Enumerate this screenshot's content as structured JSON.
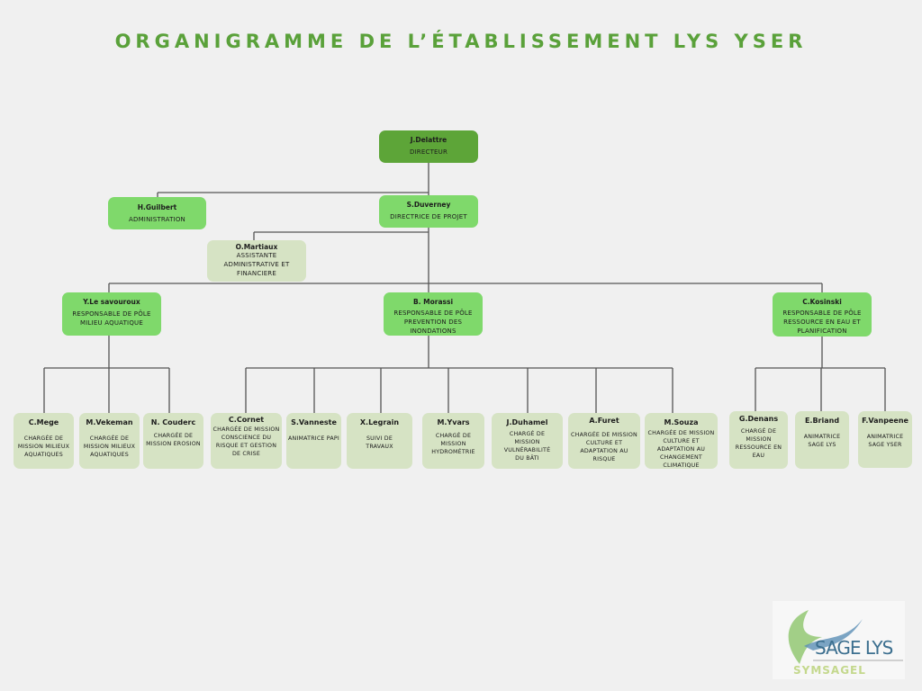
{
  "title": "ORGANIGRAMME DE L’ÉTABLISSEMENT LYS YSER",
  "colors": {
    "title": "#5aa13a",
    "director": "#5da538",
    "manager": "#7fd96b",
    "staff": "#d6e3c4"
  },
  "director": {
    "name": "J.Delattre",
    "role": "DIRECTEUR"
  },
  "admin": {
    "name": "H.Guilbert",
    "role": "ADMINISTRATION"
  },
  "project_director": {
    "name": "S.Duverney",
    "role": "DIRECTRICE DE PROJET"
  },
  "assistant": {
    "name": "O.Martiaux",
    "role": "ASSISTANTE ADMINISTRATIVE ET FINANCIERE"
  },
  "poles": [
    {
      "name": "Y.Le savouroux",
      "role": "RESPONSABLE DE PÔLE MILIEU AQUATIQUE"
    },
    {
      "name": "B. Morassi",
      "role": "RESPONSABLE DE PÔLE PREVENTION DES INONDATIONS"
    },
    {
      "name": "C.Kosinski",
      "role": "RESPONSABLE DE PÔLE RESSOURCE EN EAU ET PLANIFICATION"
    }
  ],
  "staff": [
    {
      "name": "C.Mege",
      "role": "CHARGÉE DE MISSION MILIEUX AQUATIQUES"
    },
    {
      "name": "M.Vekeman",
      "role": "CHARGÉE DE MISSION MILIEUX AQUATIQUES"
    },
    {
      "name": "N. Couderc",
      "role": "CHARGÉE DE MISSION EROSION"
    },
    {
      "name": "C.Cornet",
      "role": "CHARGÉE DE MISSION CONSCIENCE DU RISQUE ET GESTION DE CRISE"
    },
    {
      "name": "S.Vanneste",
      "role": "ANIMATRICE PAPI"
    },
    {
      "name": "X.Legrain",
      "role": "SUIVI DE TRAVAUX"
    },
    {
      "name": "M.Yvars",
      "role": "CHARGÉ DE MISSION HYDROMÉTRIE"
    },
    {
      "name": "J.Duhamel",
      "role": "CHARGÉ DE MISSION VULNÉRABILITÉ DU BÂTI"
    },
    {
      "name": "A.Furet",
      "role": "CHARGÉE DE MISSION CULTURE ET ADAPTATION AU RISQUE"
    },
    {
      "name": "M.Souza",
      "role": "CHARGÉE DE MISSION CULTURE ET ADAPTATION AU CHANGEMENT CLIMATIQUE"
    },
    {
      "name": "G.Denans",
      "role": "CHARGÉ DE MISSION RESSOURCE EN EAU"
    },
    {
      "name": "E.Briand",
      "role": "ANIMATRICE SAGE LYS"
    },
    {
      "name": "F.Vanpeene",
      "role": "ANIMATRICE SAGE YSER"
    }
  ],
  "logo": {
    "text": "SAGE LYS",
    "subtext": "SYMSAGEL"
  }
}
